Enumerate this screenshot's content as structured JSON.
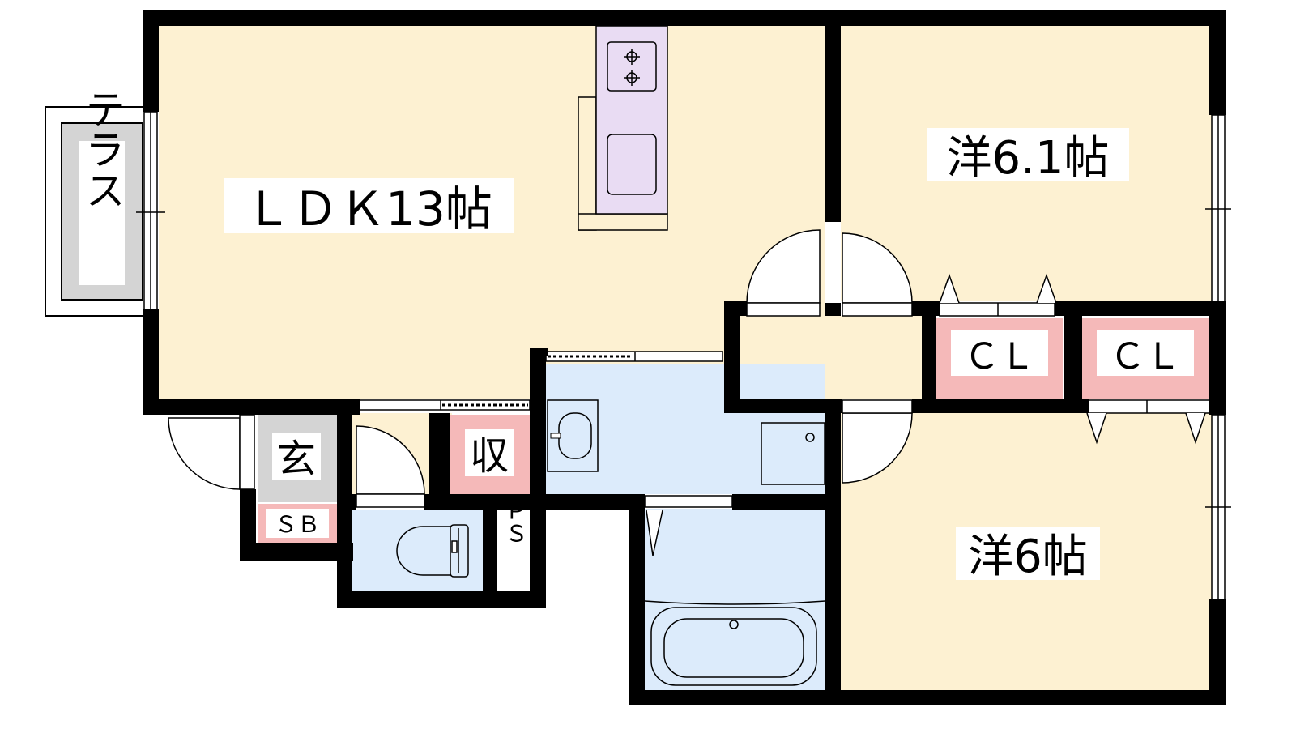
{
  "rooms": {
    "ldk": "ＬＤＫ13帖",
    "west1": "洋6.1帖",
    "west2": "洋6帖",
    "closet1": "ＣＬ",
    "closet2": "ＣＬ",
    "terrace": "テラス",
    "entrance": "玄",
    "storage": "収",
    "shoebox": "ＳＢ",
    "pipe_space": "ＰＳ"
  },
  "colors": {
    "room": "#fdf1d2",
    "wet": "#dcebfb",
    "storage": "#f5b9b9",
    "entrance": "#d4d4d4",
    "kitchen": "#e9dcf3",
    "wall": "#000000"
  }
}
